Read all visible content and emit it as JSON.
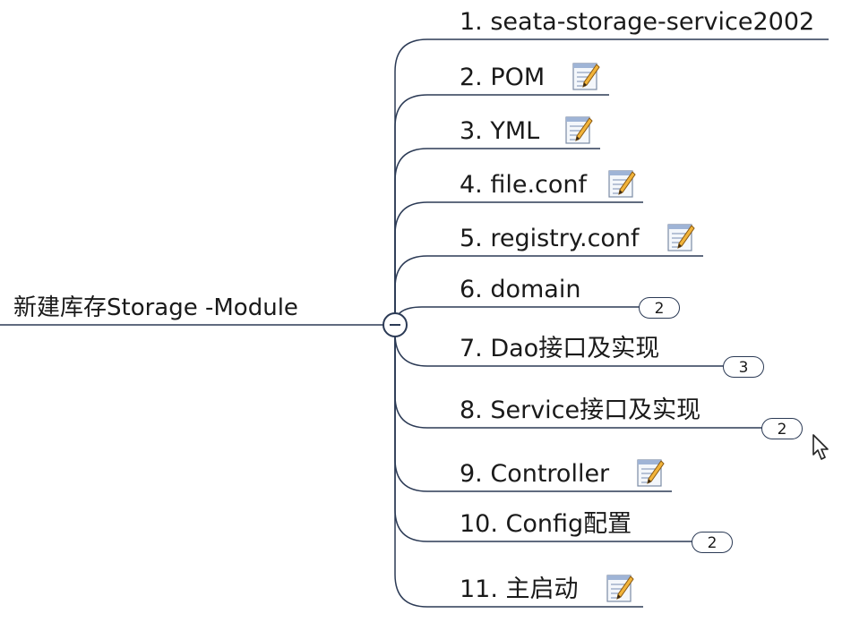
{
  "root": {
    "label": "新建库存Storage -Module"
  },
  "nodes": [
    {
      "label": "1. seata-storage-service2002",
      "note": false,
      "badge": null
    },
    {
      "label": "2. POM",
      "note": true,
      "badge": null
    },
    {
      "label": "3. YML",
      "note": true,
      "badge": null
    },
    {
      "label": "4. file.conf",
      "note": true,
      "badge": null
    },
    {
      "label": "5. registry.conf",
      "note": true,
      "badge": null
    },
    {
      "label": "6. domain",
      "note": false,
      "badge": "2"
    },
    {
      "label": "7. Dao接口及实现",
      "note": false,
      "badge": "3"
    },
    {
      "label": "8. Service接口及实现",
      "note": false,
      "badge": "2"
    },
    {
      "label": "9. Controller",
      "note": true,
      "badge": null
    },
    {
      "label": "10. Config配置",
      "note": false,
      "badge": "2"
    },
    {
      "label": "11. 主启动",
      "note": true,
      "badge": null
    }
  ],
  "colors": {
    "line": "#2b3a55",
    "text": "#1a1a1a"
  },
  "icons": {
    "note": "note-pencil-icon",
    "collapse": "collapse-minus-icon",
    "cursor": "mouse-pointer-icon"
  }
}
